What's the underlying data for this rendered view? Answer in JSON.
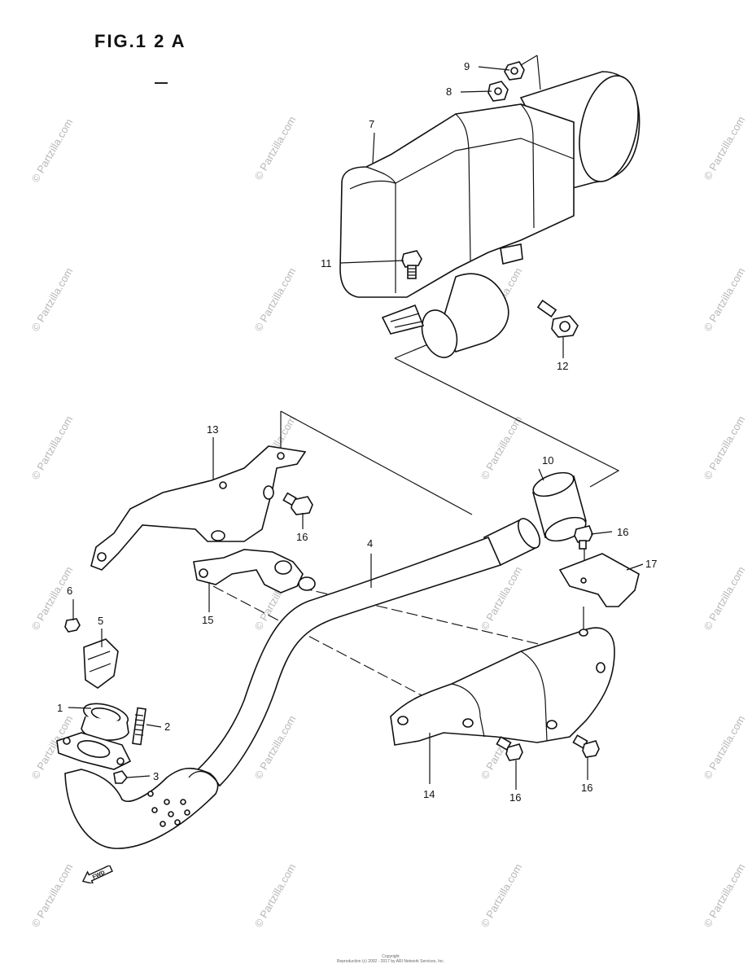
{
  "figure": {
    "title": "FIG.1 2 A"
  },
  "watermark": {
    "text": "© Partzilla.com"
  },
  "callouts": [
    {
      "id": "c1",
      "text": "1"
    },
    {
      "id": "c2",
      "text": "2"
    },
    {
      "id": "c3",
      "text": "3"
    },
    {
      "id": "c4",
      "text": "4"
    },
    {
      "id": "c5",
      "text": "5"
    },
    {
      "id": "c6",
      "text": "6"
    },
    {
      "id": "c7",
      "text": "7"
    },
    {
      "id": "c8",
      "text": "8"
    },
    {
      "id": "c9",
      "text": "9"
    },
    {
      "id": "c10",
      "text": "10"
    },
    {
      "id": "c11",
      "text": "11"
    },
    {
      "id": "c12",
      "text": "12"
    },
    {
      "id": "c13",
      "text": "13"
    },
    {
      "id": "c14",
      "text": "14"
    },
    {
      "id": "c15",
      "text": "15"
    },
    {
      "id": "c16a",
      "text": "16"
    },
    {
      "id": "c16b",
      "text": "16"
    },
    {
      "id": "c16c",
      "text": "16"
    },
    {
      "id": "c16d",
      "text": "16"
    },
    {
      "id": "c17",
      "text": "17"
    }
  ],
  "direction_marker": {
    "text": "FWD"
  },
  "footer": {
    "line1": "Copyright",
    "line2": "Reproduction (c) 2002 - 2017 by ARI Network Services, Inc."
  },
  "colors": {
    "ink": "#111111",
    "watermark": "#b8b8b8",
    "paper": "#ffffff"
  }
}
